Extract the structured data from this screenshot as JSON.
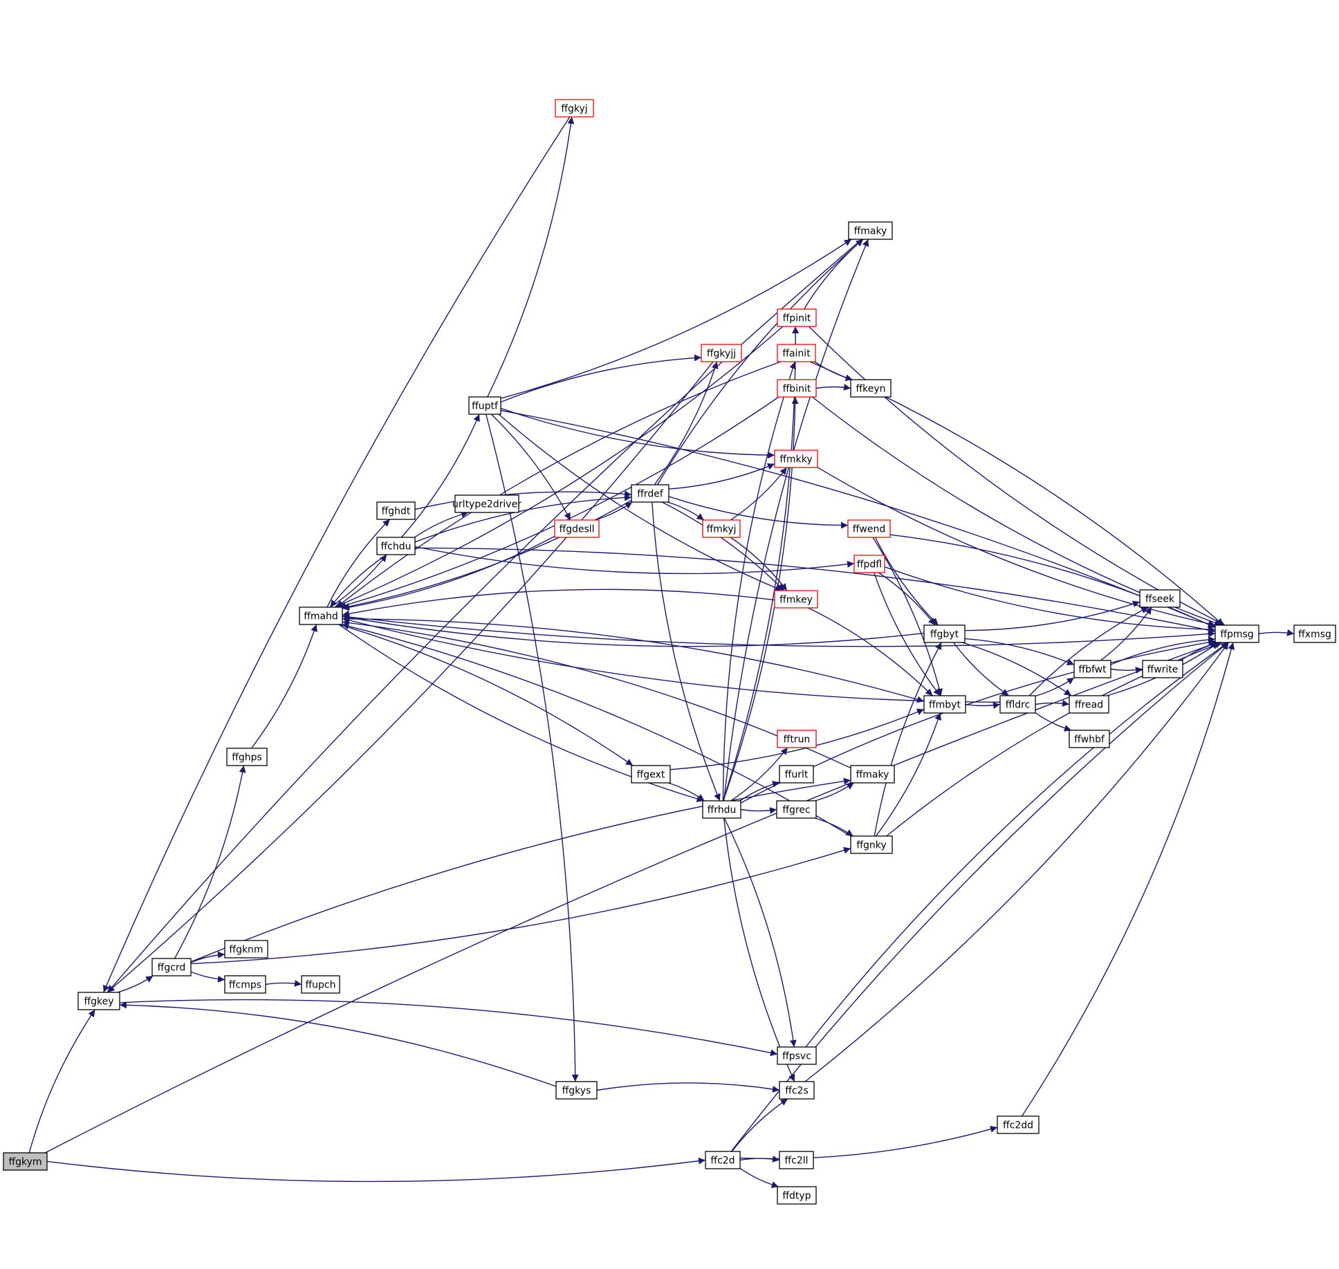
{
  "colors": {
    "edge": "#191970",
    "node_border": "#000000",
    "node_border_truncated": "#ff0000",
    "node_fill": "#ffffff",
    "root_fill": "#bfbfbf"
  },
  "nodes": [
    {
      "id": "ffgkym",
      "label": "ffgkym",
      "root": true
    },
    {
      "id": "ffgkey",
      "label": "ffgkey"
    },
    {
      "id": "ffgcrd",
      "label": "ffgcrd"
    },
    {
      "id": "ffghps",
      "label": "ffghps"
    },
    {
      "id": "ffgknm",
      "label": "ffgknm"
    },
    {
      "id": "ffcmps",
      "label": "ffcmps"
    },
    {
      "id": "ffupch",
      "label": "ffupch"
    },
    {
      "id": "ffmahd",
      "label": "ffmahd"
    },
    {
      "id": "ffghdt",
      "label": "ffghdt"
    },
    {
      "id": "ffchdu",
      "label": "ffchdu"
    },
    {
      "id": "urltype2driver",
      "label": "urltype2driver"
    },
    {
      "id": "ffuptf",
      "label": "ffuptf"
    },
    {
      "id": "ffgkyj",
      "label": "ffgkyj",
      "truncated": true
    },
    {
      "id": "ffgkyjj",
      "label": "ffgkyjj",
      "truncated": true
    },
    {
      "id": "ffgdesll",
      "label": "ffgdesll",
      "truncated": true
    },
    {
      "id": "ffrdef",
      "label": "ffrdef"
    },
    {
      "id": "ffmkyj",
      "label": "ffmkyj",
      "truncated": true
    },
    {
      "id": "ffmaky_top",
      "label": "ffmaky"
    },
    {
      "id": "ffpinit",
      "label": "ffpinit",
      "truncated": true
    },
    {
      "id": "ffainit",
      "label": "ffainit",
      "truncated": true
    },
    {
      "id": "ffbinit",
      "label": "ffbinit",
      "truncated": true
    },
    {
      "id": "ffkeyn",
      "label": "ffkeyn"
    },
    {
      "id": "ffmkky",
      "label": "ffmkky",
      "truncated": true
    },
    {
      "id": "ffwend",
      "label": "ffwend",
      "truncated": true
    },
    {
      "id": "ffpdfl",
      "label": "ffpdfl",
      "truncated": true
    },
    {
      "id": "ffmkey",
      "label": "ffmkey",
      "truncated": true
    },
    {
      "id": "ffgbyt",
      "label": "ffgbyt"
    },
    {
      "id": "ffmbyt",
      "label": "ffmbyt"
    },
    {
      "id": "ffldrc",
      "label": "ffldrc"
    },
    {
      "id": "ffseek",
      "label": "ffseek"
    },
    {
      "id": "ffbfwt",
      "label": "ffbfwt"
    },
    {
      "id": "ffwrite",
      "label": "ffwrite"
    },
    {
      "id": "ffread",
      "label": "ffread"
    },
    {
      "id": "ffwhbf",
      "label": "ffwhbf"
    },
    {
      "id": "ffpmsg",
      "label": "ffpmsg"
    },
    {
      "id": "ffxmsg",
      "label": "ffxmsg"
    },
    {
      "id": "ffgext",
      "label": "ffgext"
    },
    {
      "id": "ffrhdu",
      "label": "ffrhdu"
    },
    {
      "id": "fftrun",
      "label": "fftrun",
      "truncated": true
    },
    {
      "id": "ffurlt",
      "label": "ffurlt"
    },
    {
      "id": "ffgrec",
      "label": "ffgrec"
    },
    {
      "id": "ffmaky_mid",
      "label": "ffmaky"
    },
    {
      "id": "ffgnky",
      "label": "ffgnky"
    },
    {
      "id": "ffpsvc",
      "label": "ffpsvc"
    },
    {
      "id": "ffgkys",
      "label": "ffgkys"
    },
    {
      "id": "ffc2s",
      "label": "ffc2s"
    },
    {
      "id": "ffc2dd",
      "label": "ffc2dd"
    },
    {
      "id": "ffc2d",
      "label": "ffc2d"
    },
    {
      "id": "ffc2ll",
      "label": "ffc2ll"
    },
    {
      "id": "ffdtyp",
      "label": "ffdtyp"
    }
  ],
  "edges": [
    [
      "ffgkym",
      "ffgkey"
    ],
    [
      "ffgkym",
      "ffc2d"
    ],
    [
      "ffgkym",
      "ffpmsg"
    ],
    [
      "ffgkey",
      "ffgcrd"
    ],
    [
      "ffgkey",
      "ffpsvc"
    ],
    [
      "ffgcrd",
      "ffghps"
    ],
    [
      "ffgcrd",
      "ffgknm"
    ],
    [
      "ffgcrd",
      "ffcmps"
    ],
    [
      "ffgcrd",
      "ffmaky_mid"
    ],
    [
      "ffgcrd",
      "ffgnky"
    ],
    [
      "ffcmps",
      "ffupch"
    ],
    [
      "ffghps",
      "ffmahd"
    ],
    [
      "ffmahd",
      "ffghdt"
    ],
    [
      "ffmahd",
      "ffchdu"
    ],
    [
      "ffmahd",
      "ffgext"
    ],
    [
      "ffmahd",
      "ffrhdu"
    ],
    [
      "ffmahd",
      "ffmbyt"
    ],
    [
      "ffmahd",
      "ffpmsg"
    ],
    [
      "ffghdt",
      "ffrdef"
    ],
    [
      "ffchdu",
      "ffmahd"
    ],
    [
      "ffchdu",
      "urltype2driver"
    ],
    [
      "ffchdu",
      "ffuptf"
    ],
    [
      "ffchdu",
      "ffrdef"
    ],
    [
      "ffchdu",
      "ffpdfl"
    ],
    [
      "ffchdu",
      "ffpmsg"
    ],
    [
      "ffuptf",
      "ffgkyj"
    ],
    [
      "ffuptf",
      "ffgkyjj"
    ],
    [
      "ffuptf",
      "ffmaky_top"
    ],
    [
      "ffuptf",
      "ffpmsg"
    ],
    [
      "ffuptf",
      "ffmkky"
    ],
    [
      "ffuptf",
      "ffgdesll"
    ],
    [
      "ffuptf",
      "ffmkey"
    ],
    [
      "ffuptf",
      "ffgkys"
    ],
    [
      "ffgdesll",
      "ffrdef"
    ],
    [
      "ffgdesll",
      "ffmahd"
    ],
    [
      "ffrdef",
      "ffgkyjj"
    ],
    [
      "ffrdef",
      "ffmaky_top"
    ],
    [
      "ffrdef",
      "ffmkky"
    ],
    [
      "ffrdef",
      "ffmkyj"
    ],
    [
      "ffrdef",
      "ffwend"
    ],
    [
      "ffrdef",
      "ffmkey"
    ],
    [
      "ffrdef",
      "ffrhdu"
    ],
    [
      "ffrdef",
      "ffmahd"
    ],
    [
      "ffmkyj",
      "ffmkky"
    ],
    [
      "ffmkyj",
      "ffmkey"
    ],
    [
      "ffgkyj",
      "ffgkey"
    ],
    [
      "ffgkyjj",
      "ffgkey"
    ],
    [
      "ffmaky_top",
      "ffgkey"
    ],
    [
      "ffpinit",
      "ffmaky_top"
    ],
    [
      "ffpinit",
      "ffpmsg"
    ],
    [
      "ffpinit",
      "ffmahd"
    ],
    [
      "ffainit",
      "ffkeyn"
    ],
    [
      "ffainit",
      "ffpmsg"
    ],
    [
      "ffainit",
      "ffmahd"
    ],
    [
      "ffbinit",
      "ffkeyn"
    ],
    [
      "ffbinit",
      "ffpmsg"
    ],
    [
      "ffbinit",
      "ffmahd"
    ],
    [
      "ffmkky",
      "ffpmsg"
    ],
    [
      "ffwend",
      "ffpmsg"
    ],
    [
      "ffwend",
      "ffgbyt"
    ],
    [
      "ffwend",
      "ffmbyt"
    ],
    [
      "ffpdfl",
      "ffpmsg"
    ],
    [
      "ffpdfl",
      "ffgbyt"
    ],
    [
      "ffpdfl",
      "ffmbyt"
    ],
    [
      "ffmkey",
      "ffmbyt"
    ],
    [
      "ffmkey",
      "ffmahd"
    ],
    [
      "ffgbyt",
      "ffmahd"
    ],
    [
      "ffgbyt",
      "ffseek"
    ],
    [
      "ffgbyt",
      "ffbfwt"
    ],
    [
      "ffgbyt",
      "ffldrc"
    ],
    [
      "ffgbyt",
      "ffread"
    ],
    [
      "ffmbyt",
      "ffldrc"
    ],
    [
      "ffldrc",
      "ffseek"
    ],
    [
      "ffldrc",
      "ffbfwt"
    ],
    [
      "ffldrc",
      "ffread"
    ],
    [
      "ffldrc",
      "ffwhbf"
    ],
    [
      "ffldrc",
      "ffmahd"
    ],
    [
      "ffbfwt",
      "ffseek"
    ],
    [
      "ffbfwt",
      "ffpmsg"
    ],
    [
      "ffbfwt",
      "ffwrite"
    ],
    [
      "ffwrite",
      "ffpmsg"
    ],
    [
      "ffread",
      "ffpmsg"
    ],
    [
      "ffpmsg",
      "ffxmsg"
    ],
    [
      "ffgext",
      "ffmbyt"
    ],
    [
      "ffgext",
      "ffrhdu"
    ],
    [
      "ffrhdu",
      "ffpinit"
    ],
    [
      "ffrhdu",
      "ffainit"
    ],
    [
      "ffrhdu",
      "ffbinit"
    ],
    [
      "ffrhdu",
      "ffmaky_top"
    ],
    [
      "ffrhdu",
      "fftrun"
    ],
    [
      "ffrhdu",
      "ffurlt"
    ],
    [
      "ffrhdu",
      "ffgrec"
    ],
    [
      "ffrhdu",
      "ffpsvc"
    ],
    [
      "ffrhdu",
      "ffc2s"
    ],
    [
      "ffrhdu",
      "ffpmsg"
    ],
    [
      "ffgrec",
      "ffmaky_mid"
    ],
    [
      "ffgrec",
      "ffgnky"
    ],
    [
      "ffmaky_mid",
      "ffmahd"
    ],
    [
      "ffgnky",
      "ffgbyt"
    ],
    [
      "ffgnky",
      "ffmbyt"
    ],
    [
      "ffgnky",
      "ffpmsg"
    ],
    [
      "ffgnky",
      "ffmahd"
    ],
    [
      "ffpsvc",
      "ffpmsg"
    ],
    [
      "ffgkys",
      "ffgkey"
    ],
    [
      "ffgkys",
      "ffc2s"
    ],
    [
      "ffc2s",
      "ffpmsg"
    ],
    [
      "ffc2d",
      "ffc2s"
    ],
    [
      "ffc2d",
      "ffc2dd"
    ],
    [
      "ffc2d",
      "ffc2ll"
    ],
    [
      "ffc2d",
      "ffdtyp"
    ],
    [
      "ffc2d",
      "ffpmsg"
    ],
    [
      "ffc2dd",
      "ffpmsg"
    ]
  ]
}
